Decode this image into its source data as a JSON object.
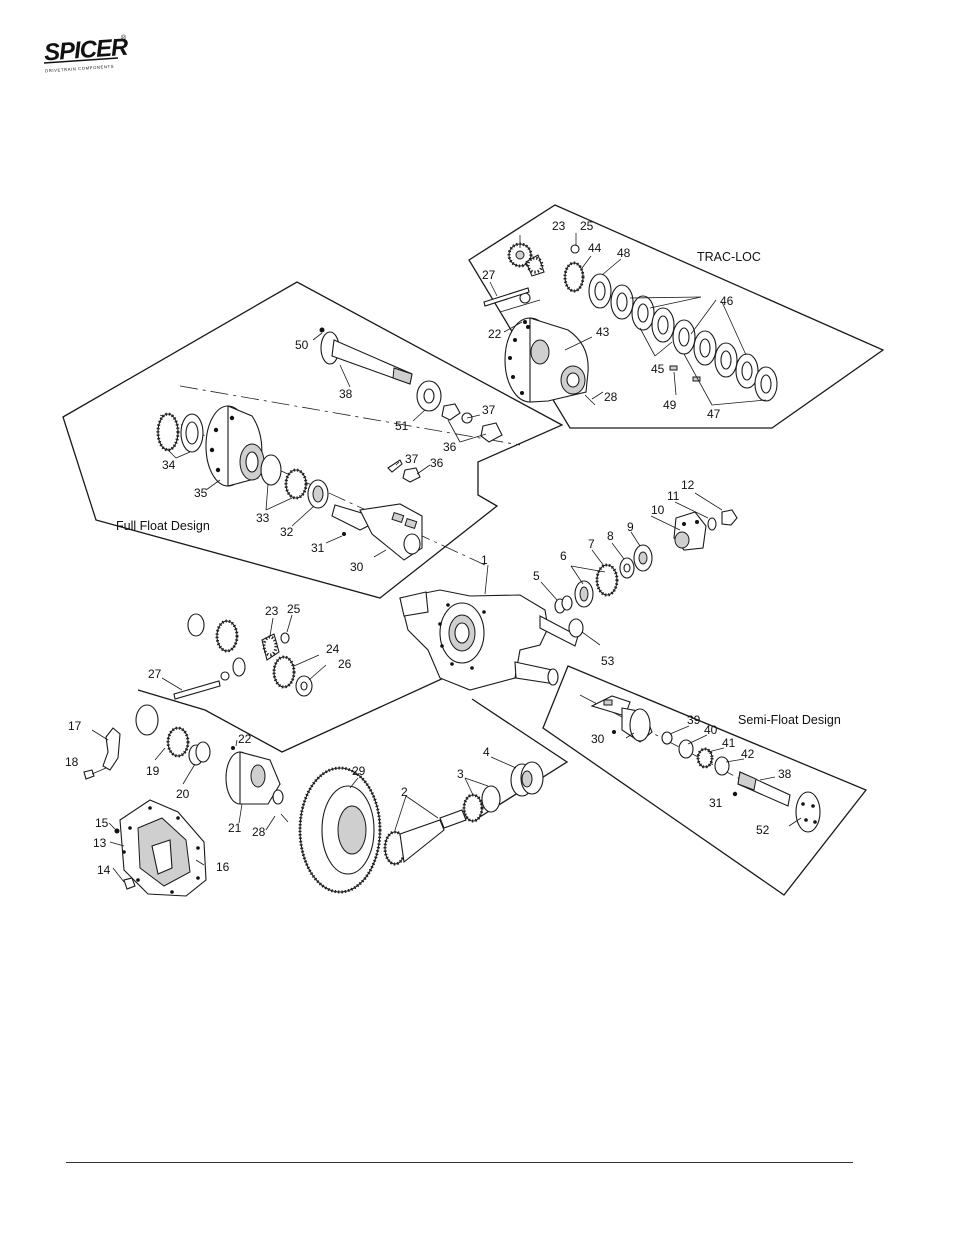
{
  "brand": {
    "logo_text": "SPICER",
    "registered_mark": "®",
    "logo_tagline": "DRIVETRAIN COMPONENTS"
  },
  "captions": {
    "trac_loc": "TRAC-LOC",
    "full_float": "Full Float Design",
    "semi_float": "Semi-Float Design"
  },
  "callouts": {
    "c1": "1",
    "c2": "2",
    "c3": "3",
    "c4": "4",
    "c5": "5",
    "c6": "6",
    "c7": "7",
    "c8": "8",
    "c9": "9",
    "c10": "10",
    "c11": "11",
    "c12": "12",
    "c13": "13",
    "c14": "14",
    "c15": "15",
    "c16": "16",
    "c17": "17",
    "c18": "18",
    "c19": "19",
    "c20": "20",
    "c21": "21",
    "c22a": "22",
    "c22b": "22",
    "c23a": "23",
    "c23b": "23",
    "c24": "24",
    "c25a": "25",
    "c25b": "25",
    "c26": "26",
    "c27a": "27",
    "c27b": "27",
    "c28a": "28",
    "c28b": "28",
    "c29": "29",
    "c30a": "30",
    "c30b": "30",
    "c31a": "31",
    "c31b": "31",
    "c32": "32",
    "c33": "33",
    "c34": "34",
    "c35": "35",
    "c36a": "36",
    "c36b": "36",
    "c37a": "37",
    "c37b": "37",
    "c38a": "38",
    "c38b": "38",
    "c39": "39",
    "c40": "40",
    "c41": "41",
    "c42": "42",
    "c43": "43",
    "c44": "44",
    "c45": "45",
    "c46": "46",
    "c47": "47",
    "c48": "48",
    "c49": "49",
    "c50": "50",
    "c51": "51",
    "c52": "52",
    "c53": "53"
  }
}
